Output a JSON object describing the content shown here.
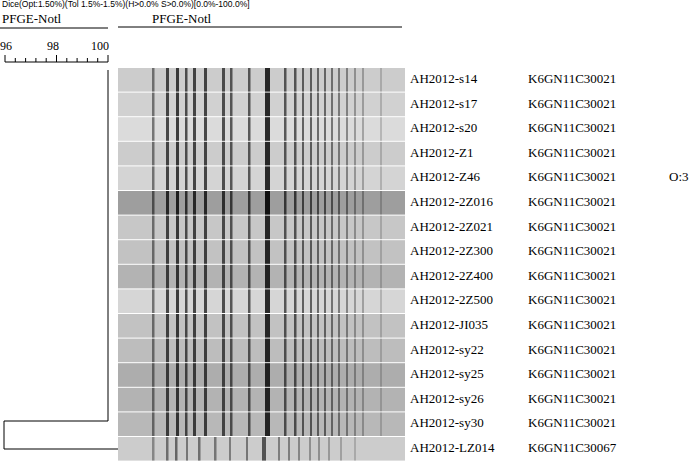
{
  "diagram": {
    "labels": [
      "Dice(Opt:1.50%)(Tol 1.5%-1.5%)(H>0.0% S>0.0%)[0.0%-100.0%]",
      "PFGE-Notl",
      "PFGE-Notl",
      "96",
      "98",
      "100",
      "AH2012-s14",
      "K6GN11C30021",
      "AH2012-s17",
      "K6GN11C30021",
      "AH2012-s20",
      "K6GN11C30021",
      "AH2012-Z1",
      "K6GN11C30021",
      "AH2012-Z46",
      "K6GN11C30021",
      "AH2012-2Z016",
      "K6GN11C30021",
      "AH2012-2Z021",
      "K6GN11C30021",
      "AH2012-2Z300",
      "K6GN11C30021",
      "AH2012-2Z400",
      "K6GN11C30021",
      "AH2012-2Z500",
      "K6GN11C30021",
      "AH2012-JI035",
      "K6GN11C30021",
      "AH2012-sy22",
      "K6GN11C30021",
      "AH2012-sy25",
      "K6GN11C30021",
      "AH2012-sy26",
      "K6GN11C30021",
      "AH2012-sy30",
      "K6GN11C30021",
      "AH2012-LZ014",
      "K6GN11C30067",
      "O:3"
    ]
  }
}
